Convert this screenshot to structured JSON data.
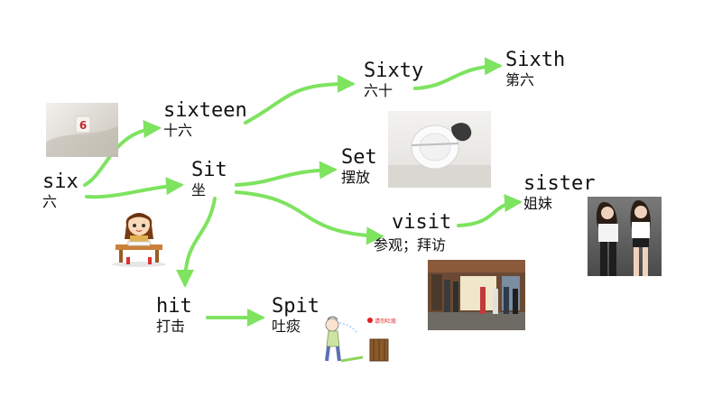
{
  "words": [
    {
      "id": "six",
      "en": "six",
      "zh": "六"
    },
    {
      "id": "sixteen",
      "en": "sixteen",
      "zh": "十六"
    },
    {
      "id": "sit",
      "en": "Sit",
      "zh": "坐"
    },
    {
      "id": "sixty",
      "en": "Sixty",
      "zh": "六十"
    },
    {
      "id": "sixth",
      "en": "Sixth",
      "zh": "第六"
    },
    {
      "id": "set",
      "en": "Set",
      "zh": "摆放"
    },
    {
      "id": "visit",
      "en": "visit",
      "zh": "参观；拜访"
    },
    {
      "id": "sister",
      "en": "sister",
      "zh": "姐妹"
    },
    {
      "id": "hit",
      "en": "hit",
      "zh": "打击"
    },
    {
      "id": "spit",
      "en": "Spit",
      "zh": "吐痰"
    }
  ],
  "links": [
    [
      "six",
      "sixteen"
    ],
    [
      "six",
      "sit"
    ],
    [
      "sixteen",
      "sixty"
    ],
    [
      "sixty",
      "sixth"
    ],
    [
      "sit",
      "set"
    ],
    [
      "sit",
      "visit"
    ],
    [
      "sit",
      "hit"
    ],
    [
      "visit",
      "sister"
    ],
    [
      "hit",
      "spit"
    ]
  ],
  "images": {
    "dice": "dice-photo",
    "girl": "girl-at-desk-illustration",
    "plate": "plate-photo",
    "sisters": "sisters-photo",
    "museum": "museum-visit-photo",
    "spit": "spit-illustration"
  },
  "spit_sign_text": "请勿吐痰",
  "arrow_color": "#7ee35f"
}
